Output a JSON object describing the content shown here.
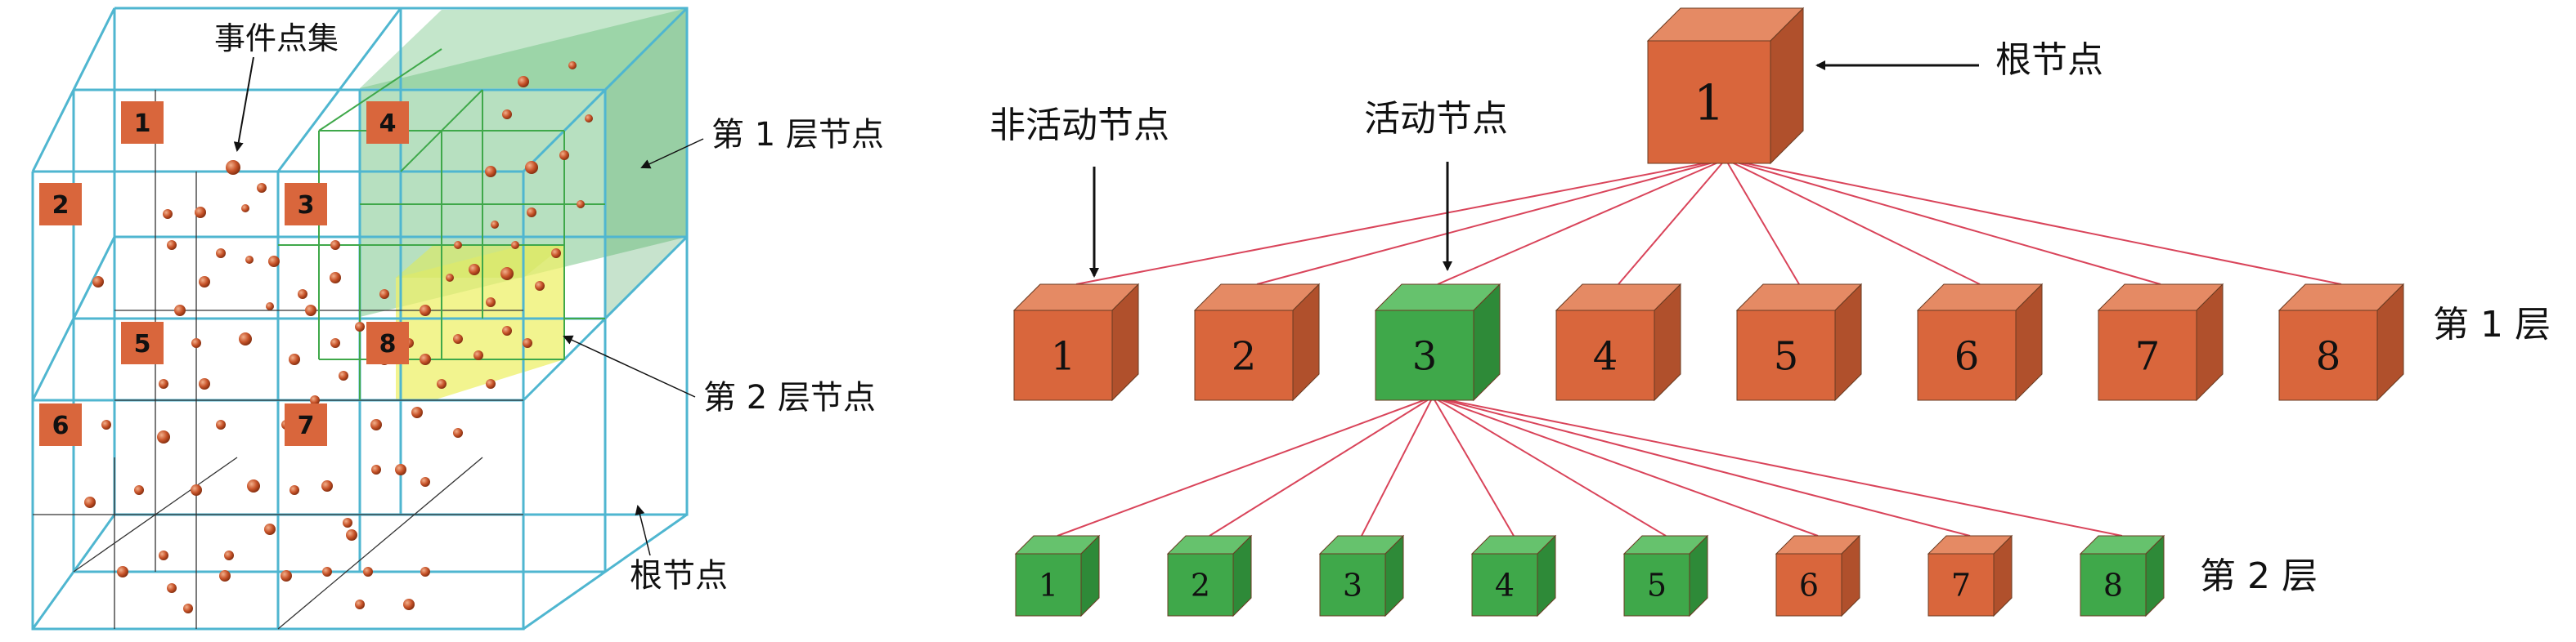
{
  "left_panel": {
    "event_set_label": "事件点集",
    "level1_node_label": "第 1 层节点",
    "level2_node_label": "第 2 层节点",
    "root_node_label": "根节点",
    "octant_badges": [
      "1",
      "2",
      "3",
      "4",
      "5",
      "6",
      "7",
      "8"
    ]
  },
  "tree": {
    "root": {
      "label": "1",
      "caption": "根节点"
    },
    "inactive_caption": "非活动节点",
    "active_caption": "活动节点",
    "level1": {
      "label": "第 1 层",
      "nodes": [
        {
          "label": "1",
          "active": false
        },
        {
          "label": "2",
          "active": false
        },
        {
          "label": "3",
          "active": true
        },
        {
          "label": "4",
          "active": false
        },
        {
          "label": "5",
          "active": false
        },
        {
          "label": "6",
          "active": false
        },
        {
          "label": "7",
          "active": false
        },
        {
          "label": "8",
          "active": false
        }
      ]
    },
    "level2": {
      "label": "第 2 层",
      "nodes": [
        {
          "label": "1",
          "active": true
        },
        {
          "label": "2",
          "active": true
        },
        {
          "label": "3",
          "active": true
        },
        {
          "label": "4",
          "active": true
        },
        {
          "label": "5",
          "active": true
        },
        {
          "label": "6",
          "active": false
        },
        {
          "label": "7",
          "active": false
        },
        {
          "label": "8",
          "active": true
        }
      ]
    }
  },
  "colors": {
    "inactive_front": "#d9663c",
    "inactive_top": "#e58a64",
    "inactive_side": "#b0502c",
    "active_front": "#3fa84a",
    "active_top": "#66c26d",
    "active_side": "#2e8a38",
    "edge_line": "#d9445a",
    "cube_outline": "#4fb6d0",
    "event_point": "#c8542a",
    "highlight_green": "#7cc78c",
    "highlight_yellow": "#eef06a"
  }
}
